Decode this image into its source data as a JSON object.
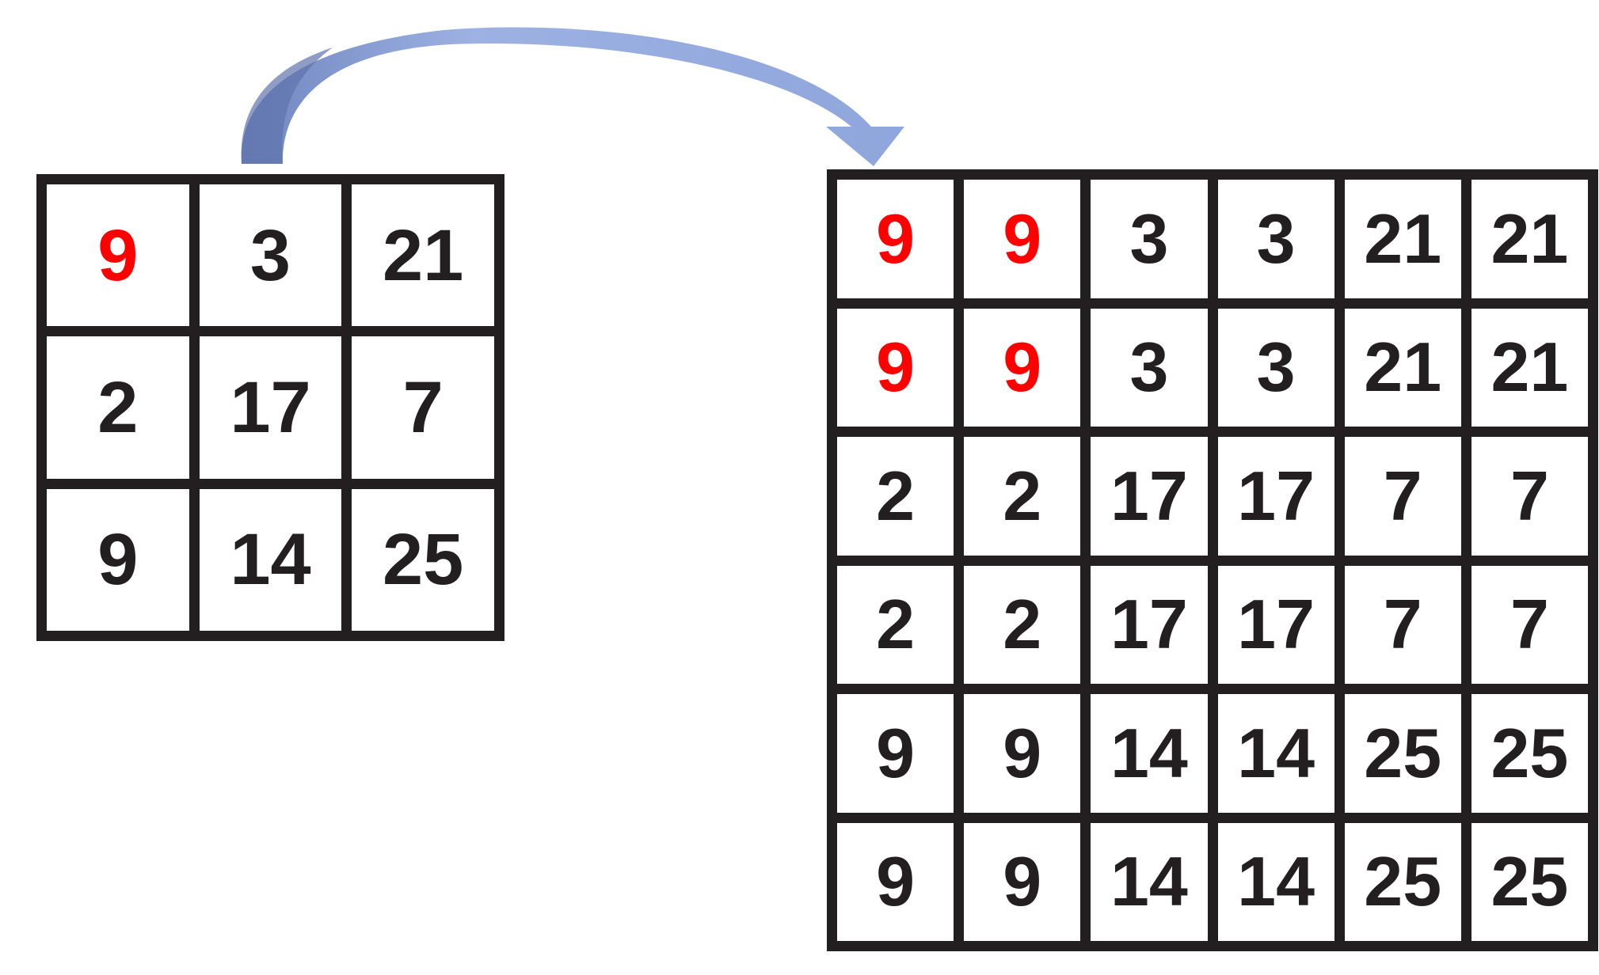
{
  "colors": {
    "text": "#231f20",
    "highlight": "#ff0000",
    "grid_line": "#231f20",
    "arrow": "#8fa6dc"
  },
  "source_grid": {
    "rows": [
      [
        {
          "value": "9",
          "highlight": true
        },
        {
          "value": "3",
          "highlight": false
        },
        {
          "value": "21",
          "highlight": false
        }
      ],
      [
        {
          "value": "2",
          "highlight": false
        },
        {
          "value": "17",
          "highlight": false
        },
        {
          "value": "7",
          "highlight": false
        }
      ],
      [
        {
          "value": "9",
          "highlight": false
        },
        {
          "value": "14",
          "highlight": false
        },
        {
          "value": "25",
          "highlight": false
        }
      ]
    ]
  },
  "output_grid": {
    "rows": [
      [
        {
          "value": "9",
          "highlight": true
        },
        {
          "value": "9",
          "highlight": true
        },
        {
          "value": "3",
          "highlight": false
        },
        {
          "value": "3",
          "highlight": false
        },
        {
          "value": "21",
          "highlight": false
        },
        {
          "value": "21",
          "highlight": false
        }
      ],
      [
        {
          "value": "9",
          "highlight": true
        },
        {
          "value": "9",
          "highlight": true
        },
        {
          "value": "3",
          "highlight": false
        },
        {
          "value": "3",
          "highlight": false
        },
        {
          "value": "21",
          "highlight": false
        },
        {
          "value": "21",
          "highlight": false
        }
      ],
      [
        {
          "value": "2",
          "highlight": false
        },
        {
          "value": "2",
          "highlight": false
        },
        {
          "value": "17",
          "highlight": false
        },
        {
          "value": "17",
          "highlight": false
        },
        {
          "value": "7",
          "highlight": false
        },
        {
          "value": "7",
          "highlight": false
        }
      ],
      [
        {
          "value": "2",
          "highlight": false
        },
        {
          "value": "2",
          "highlight": false
        },
        {
          "value": "17",
          "highlight": false
        },
        {
          "value": "17",
          "highlight": false
        },
        {
          "value": "7",
          "highlight": false
        },
        {
          "value": "7",
          "highlight": false
        }
      ],
      [
        {
          "value": "9",
          "highlight": false
        },
        {
          "value": "9",
          "highlight": false
        },
        {
          "value": "14",
          "highlight": false
        },
        {
          "value": "14",
          "highlight": false
        },
        {
          "value": "25",
          "highlight": false
        },
        {
          "value": "25",
          "highlight": false
        }
      ],
      [
        {
          "value": "9",
          "highlight": false
        },
        {
          "value": "9",
          "highlight": false
        },
        {
          "value": "14",
          "highlight": false
        },
        {
          "value": "14",
          "highlight": false
        },
        {
          "value": "25",
          "highlight": false
        },
        {
          "value": "25",
          "highlight": false
        }
      ]
    ]
  }
}
